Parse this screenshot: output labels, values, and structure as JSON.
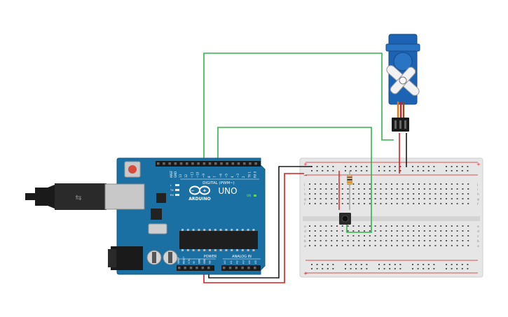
{
  "board": {
    "logo_text": "ARDUINO",
    "model_text": "UNO",
    "digital_label": "DIGITAL (PWM~)",
    "power_label": "POWER",
    "analog_label": "ANALOG IN",
    "aref_label": "AREF",
    "gnd_label": "GND",
    "led_labels": [
      "L",
      "TX",
      "RX"
    ],
    "digital_pins": [
      "13",
      "12",
      "~11",
      "~10",
      "~9",
      "8",
      "7",
      "~6",
      "~5",
      "4",
      "~3",
      "2",
      "TX 1",
      "RX 0"
    ],
    "power_pins": [
      "IOREF",
      "RESET",
      "3.3V",
      "5V",
      "GND",
      "GND",
      "Vin"
    ],
    "analog_pins": [
      "A0",
      "A1",
      "A2",
      "A3",
      "A4",
      "A5"
    ],
    "on_label": "ON"
  },
  "breadboard": {
    "row_letters_top": [
      "j",
      "i",
      "h",
      "g",
      "f"
    ],
    "row_letters_bottom": [
      "e",
      "d",
      "c",
      "b",
      "a"
    ],
    "plus_sign": "+",
    "minus_sign": "−"
  },
  "colors": {
    "board": "#1a6fa3",
    "signal_wire": "#2fb54a",
    "power_wire": "#d42020",
    "ground_wire": "#1a1a1a",
    "servo": "#1d63b3",
    "breadboard": "#e8e8e8"
  },
  "components": [
    "arduino-uno",
    "breadboard",
    "servo",
    "push-button",
    "resistor",
    "usb-cable"
  ]
}
